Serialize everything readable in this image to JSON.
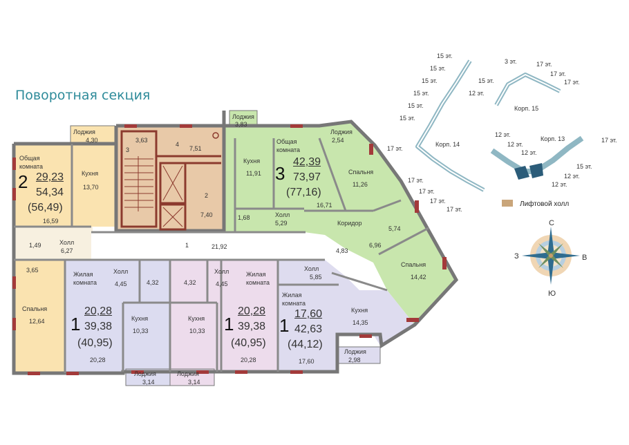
{
  "title": "Поворотная секция",
  "legend_label": "Лифтовой холл",
  "compass": {
    "n": "С",
    "s": "Ю",
    "w": "З",
    "e": "В"
  },
  "colors": {
    "two_room": "#fae3b0",
    "three_room": "#c8e6ad",
    "one_room_a": "#dcdcf0",
    "one_room_b": "#eddcec",
    "one_room_c": "#dedcef",
    "core": "#e8c9a8",
    "wall": "#777777",
    "legend": "#c9a57a"
  },
  "apartments": {
    "a2": {
      "rooms": "2",
      "living": "29,23",
      "total": "54,34",
      "with_loggia": "(56,49)"
    },
    "a3": {
      "rooms": "3",
      "living": "42,39",
      "total": "73,97",
      "with_loggia": "(77,16)"
    },
    "a1a": {
      "rooms": "1",
      "living": "20,28",
      "total": "39,38",
      "with_loggia": "(40,95)"
    },
    "a1b": {
      "rooms": "1",
      "living": "20,28",
      "total": "39,38",
      "with_loggia": "(40,95)"
    },
    "a1c": {
      "rooms": "1",
      "living": "17,60",
      "total": "42,63",
      "with_loggia": "(44,12)"
    }
  },
  "labels": {
    "obshaya": "Общая",
    "komnata": "комната",
    "zhilaya": "Жилая",
    "kuhnya": "Кухня",
    "holl": "Холл",
    "spalnya": "Спальня",
    "lodzhiya": "Лоджия",
    "koridor": "Коридор"
  },
  "values": {
    "v430": "4,30",
    "v1370": "13,70",
    "v1659": "16,59",
    "v149": "1,49",
    "v627": "6,27",
    "v365": "3,65",
    "v1264": "12,64",
    "v363": "3,63",
    "v751": "7,51",
    "v740": "7,40",
    "v383": "3,83",
    "v1191": "11,91",
    "v168": "1,68",
    "v529": "5,29",
    "v1671": "16,71",
    "v254": "2,54",
    "v1126": "11,26",
    "v574": "5,74",
    "v696": "6,96",
    "v483": "4,83",
    "v1442": "14,42",
    "v2192": "21,92",
    "v445a": "4,45",
    "v432a": "4,32",
    "v432b": "4,32",
    "v445b": "4,45",
    "v585": "5,85",
    "v1033a": "10,33",
    "v1033b": "10,33",
    "v2028a": "20,28",
    "v2028b": "20,28",
    "v1760": "17,60",
    "v1435": "14,35",
    "v298": "2,98",
    "v314a": "3,14",
    "v314b": "3,14"
  },
  "circles": {
    "c1": "1",
    "c2": "2",
    "c3": "3",
    "c4": "4"
  },
  "keyplan": {
    "k14": "Корп. 14",
    "k15": "Корп. 15",
    "k13": "Корп. 13",
    "f15": "15 эт.",
    "f17": "17 эт.",
    "f12": "12 эт.",
    "f3": "3 эт."
  }
}
